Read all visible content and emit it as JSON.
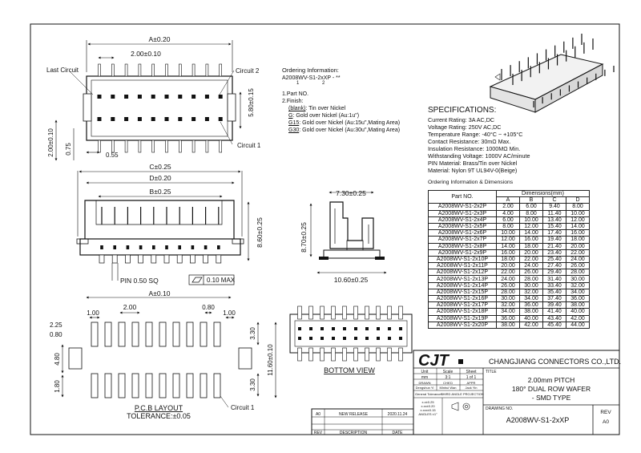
{
  "top_view": {
    "dim_a": "A±0.20",
    "pitch": "2.00±0.10",
    "last_circuit": "Last Circuit",
    "circuit_2": "Circuit 2",
    "circuit_1": "Circuit 1",
    "height": "5.80±0.15",
    "dim_left": "2.00±0.10",
    "dim_075": "0.75",
    "dim_055": "0.55"
  },
  "front_view": {
    "dim_c": "C±0.25",
    "dim_d": "D±0.20",
    "dim_b": "B±0.25",
    "height": "8.60±0.25",
    "pin": "PIN 0.50 SQ",
    "flatness": "0.10 MAX"
  },
  "side_view": {
    "width": "7.30±0.25",
    "height": "8.70±0.25",
    "base": "10.60±0.25"
  },
  "pcb_layout": {
    "dim_a": "A±0.10",
    "d100": "1.00",
    "d200": "2.00",
    "d080": "0.80",
    "d100b": "1.00",
    "d225": "2.25",
    "d080b": "0.80",
    "d480": "4.80",
    "d180": "1.80",
    "d330": "3.30",
    "d330b": "3.30",
    "d1160": "11.60±0.10",
    "circuit_1": "Circuit 1",
    "title": "P.C.B LAYOUT",
    "tolerance": "TOLERANCE:±0.05"
  },
  "bottom_view": {
    "title": "BOTTOM VIEW"
  },
  "ordering": {
    "title": "Ordering Information:",
    "code": "A2008WV-S1-2xXP - **",
    "n1": "1",
    "n2": "2",
    "part_no": "1.Part NO.",
    "finish": "2.Finish:",
    "f_blank_k": "(blank)",
    "f_blank_v": ": Tin over Nickel",
    "f_g_k": "G",
    "f_g_v": ": Gold over Nickel (Au:1u\")",
    "f_g15_k": "G15",
    "f_g15_v": ": Gold over Nickel (Au:15u\",Mating Area)",
    "f_g30_k": "G30",
    "f_g30_v": ": Gold over Nickel (Au:30u\",Mating Area)"
  },
  "specifications": {
    "title": "SPECIFICATIONS:",
    "lines": [
      "Current Rating: 3A AC,DC",
      "Voltage Rating: 250V AC,DC",
      "Temperature Range: -40°C ~ +105°C",
      "Contact Resistance: 30mΩ Max.",
      "Insulation Resistance: 1000MΩ Min.",
      "Withstanding Voltage: 1000V AC/minute",
      "PIN Material: Brass/Tin over Nickel",
      "Material: Nylon 9T UL94V-0(Beige)"
    ],
    "table_title": "Ordering Information & Dimensions"
  },
  "dim_table": {
    "part_header": "Part NO.",
    "dims_header": "Dimensions(mm)",
    "cols": [
      "A",
      "B",
      "C",
      "D"
    ],
    "rows": [
      [
        "A2008WV-S1-2x2P",
        "2.00",
        "6.00",
        "9.40",
        "8.00"
      ],
      [
        "A2008WV-S1-2x3P",
        "4.00",
        "8.00",
        "11.40",
        "10.00"
      ],
      [
        "A2008WV-S1-2x4P",
        "6.00",
        "10.00",
        "13.40",
        "12.00"
      ],
      [
        "A2008WV-S1-2x5P",
        "8.00",
        "12.00",
        "15.40",
        "14.00"
      ],
      [
        "A2008WV-S1-2x6P",
        "10.00",
        "14.00",
        "17.40",
        "16.00"
      ],
      [
        "A2008WV-S1-2x7P",
        "12.00",
        "16.00",
        "19.40",
        "18.00"
      ],
      [
        "A2008WV-S1-2x8P",
        "14.00",
        "18.00",
        "21.40",
        "20.00"
      ],
      [
        "A2008WV-S1-2x9P",
        "16.00",
        "20.00",
        "23.40",
        "22.00"
      ],
      [
        "A2008WV-S1-2x10P",
        "18.00",
        "22.00",
        "25.40",
        "24.00"
      ],
      [
        "A2008WV-S1-2x11P",
        "20.00",
        "24.00",
        "27.40",
        "26.00"
      ],
      [
        "A2008WV-S1-2x12P",
        "22.00",
        "26.00",
        "29.40",
        "28.00"
      ],
      [
        "A2008WV-S1-2x13P",
        "24.00",
        "28.00",
        "31.40",
        "30.00"
      ],
      [
        "A2008WV-S1-2x14P",
        "26.00",
        "30.00",
        "33.40",
        "32.00"
      ],
      [
        "A2008WV-S1-2x15P",
        "28.00",
        "32.00",
        "35.40",
        "34.00"
      ],
      [
        "A2008WV-S1-2x16P",
        "30.00",
        "34.00",
        "37.40",
        "36.00"
      ],
      [
        "A2008WV-S1-2x17P",
        "32.00",
        "36.00",
        "39.40",
        "38.00"
      ],
      [
        "A2008WV-S1-2x18P",
        "34.00",
        "38.00",
        "41.40",
        "40.00"
      ],
      [
        "A2008WV-S1-2x19P",
        "36.00",
        "40.00",
        "43.40",
        "42.00"
      ],
      [
        "A2008WV-S1-2x20P",
        "38.00",
        "42.00",
        "45.40",
        "44.00"
      ]
    ]
  },
  "title_block": {
    "logo": "CJT",
    "company": "CHANGJIANG CONNECTORS CO.,LTD.",
    "unit_label": "Unit",
    "unit": "mm",
    "scale_label": "Scale",
    "scale": "3:1",
    "sheet_label": "Sheet",
    "sheet": "1 of 1",
    "title_label": "TITLE",
    "title_line1": "2.00mm PITCH",
    "title_line2": "180° DUAL ROW WAFER",
    "title_line3": "- SMD TYPE",
    "drawn_label": "DRAWN",
    "checked_label": "CHK'D",
    "approved_label": "APPR",
    "drawn_by": "Dengshun Yi",
    "checked_by": "Minhui Wan",
    "approved_by": "Jack Yin",
    "tolerances_label": "General Tolerances",
    "third_angle": "THIRD ANGLE PROJECTION",
    "tol_lines": [
      "x.x±0.25",
      "x.xx±0.20",
      "x.xxx±0.15",
      "ANGLES ±1°"
    ],
    "drawing_no_label": "DRAWING NO.",
    "drawing_no": "A2008WV-S1-2xXP",
    "rev_label": "REV",
    "rev": "A0"
  },
  "revisions": {
    "rev": "A0",
    "description": "NEW RELEASE",
    "date": "2020.11.24",
    "h_rev": "REV",
    "h_description": "DESCRIPTION",
    "h_date": "DATE"
  }
}
